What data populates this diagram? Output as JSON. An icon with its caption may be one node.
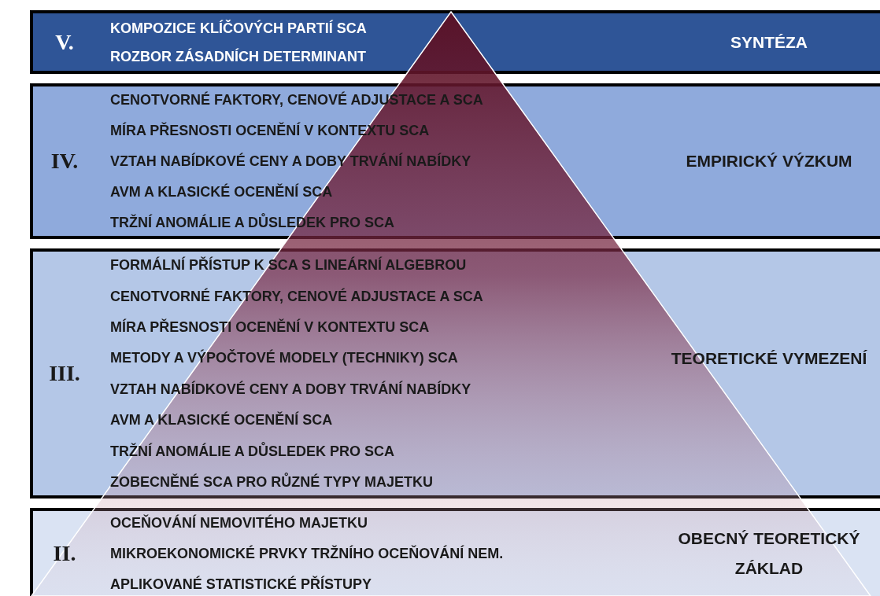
{
  "diagram": {
    "nodes": [
      {
        "text": [
          "V.",
          "KOMPOZICE KLÍČOVÝCH PARTIÍ SCA",
          "ROZBOR ZÁSADNÍCH DETERMINANT",
          "SYNTÉZA"
        ]
      },
      {
        "text": [
          "IV.",
          "CENOTVORNÉ FAKTORY, CENOVÉ ADJUSTACE A SCA",
          "MÍRA PŘESNOSTI OCENĚNÍ V KONTEXTU SCA",
          "VZTAH NABÍDKOVÉ CENY A DOBY TRVÁNÍ NABÍDKY",
          "AVM A KLASICKÉ OCENĚNÍ SCA",
          "TRŽNÍ ANOMÁLIE A DŮSLEDEK PRO SCA",
          "EMPIRICKÝ VÝZKUM"
        ]
      },
      {
        "text": [
          "III.",
          "FORMÁLNÍ PŘÍSTUP K SCA S LINEÁRNÍ ALGEBROU",
          "CENOTVORNÉ FAKTORY, CENOVÉ ADJUSTACE A SCA",
          "MÍRA PŘESNOSTI OCENĚNÍ V KONTEXTU SCA",
          "METODY A VÝPOČTOVÉ MODELY (TECHNIKY) SCA",
          "VZTAH NABÍDKOVÉ CENY A DOBY TRVÁNÍ NABÍDKY",
          "AVM A KLASICKÉ OCENĚNÍ SCA",
          "TRŽNÍ ANOMÁLIE A DŮSLEDEK PRO SCA",
          "ZOBECNĚNÉ SCA PRO RŮZNÉ TYPY MAJETKU",
          "TEORETICKÉ VYMEZENÍ"
        ]
      },
      {
        "text": [
          "II.",
          "OCEŇOVÁNÍ NEMOVITÉHO MAJETKU",
          "MIKROEKONOMICKÉ PRVKY TRŽNÍHO OCEŇOVÁNÍ NEM.",
          "APLIKOVANÉ STATISTICKÉ PŘÍSTUPY",
          "OBECNÝ TEORETICKÝ ZÁKLAD"
        ]
      }
    ]
  }
}
